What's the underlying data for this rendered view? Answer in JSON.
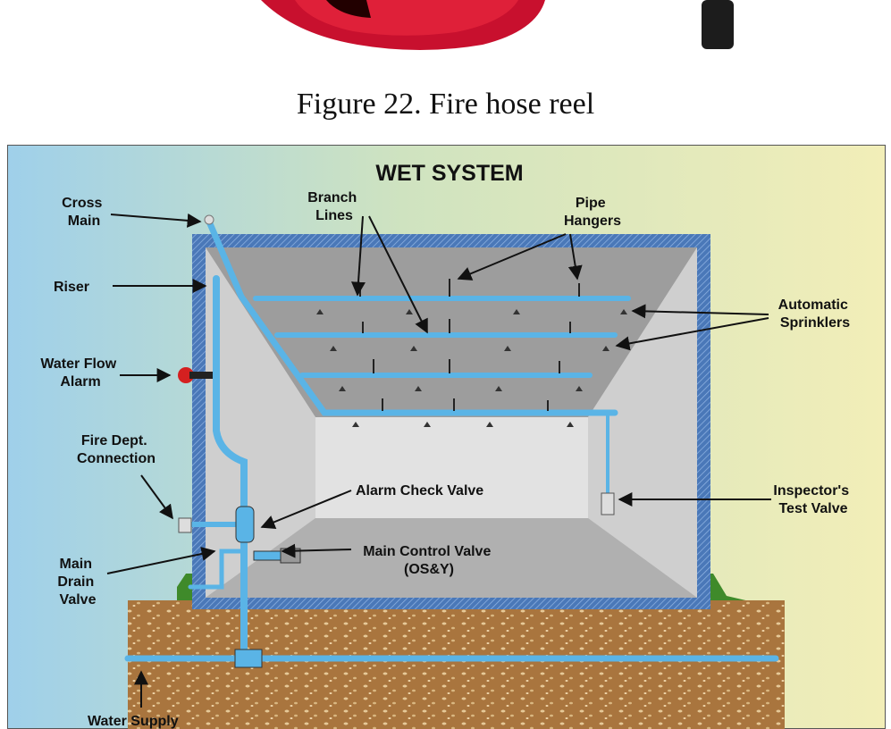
{
  "figure": {
    "caption": "Figure 22. Fire hose reel"
  },
  "diagram": {
    "title": "WET SYSTEM",
    "labels": {
      "cross_main": [
        "Cross",
        "Main"
      ],
      "branch_lines": [
        "Branch",
        "Lines"
      ],
      "pipe_hangers": [
        "Pipe",
        "Hangers"
      ],
      "riser": "Riser",
      "automatic_sprinklers": [
        "Automatic",
        "Sprinklers"
      ],
      "water_flow_alarm": [
        "Water Flow",
        "Alarm"
      ],
      "fire_dept_connection": [
        "Fire Dept.",
        "Connection"
      ],
      "alarm_check_valve": "Alarm Check Valve",
      "inspectors_test_valve": [
        "Inspector's",
        "Test Valve"
      ],
      "main_control_valve": [
        "Main Control Valve",
        "(OS&Y)"
      ],
      "main_drain_valve": [
        "Main",
        "Drain",
        "Valve"
      ],
      "water_supply": "Water Supply"
    },
    "colors": {
      "pipe": "#5ab4e6",
      "frame": "#4a78b8",
      "soil": "#a9753e",
      "grass": "#3f8a2a",
      "alarm": "#d42020"
    }
  }
}
